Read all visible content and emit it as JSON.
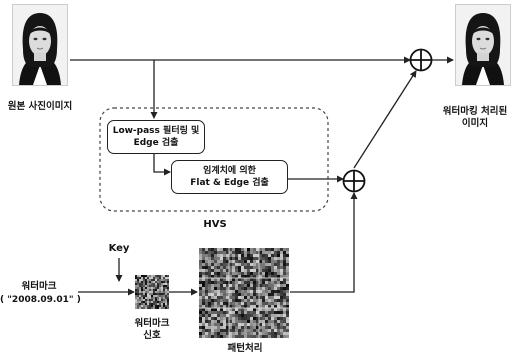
{
  "original_image": {
    "label": "원본 사진이미지"
  },
  "hvs": {
    "label": "HVS",
    "lowpass_box": {
      "line1": "Low-pass 필터링 및",
      "line2": "Edge 검출"
    },
    "threshold_box": {
      "line1": "임계치에 의한",
      "line2": "Flat & Edge 검출"
    }
  },
  "key": {
    "label": "Key"
  },
  "watermark_input": {
    "line1": "워터마크",
    "line2": "( \"2008.09.01\" )"
  },
  "watermark_signal": {
    "line1": "워터마크",
    "line2": "신호"
  },
  "pattern_processing": {
    "label": "패턴처리"
  },
  "output_image": {
    "line1": "워터마킹 처리된",
    "line2": "이미지"
  }
}
